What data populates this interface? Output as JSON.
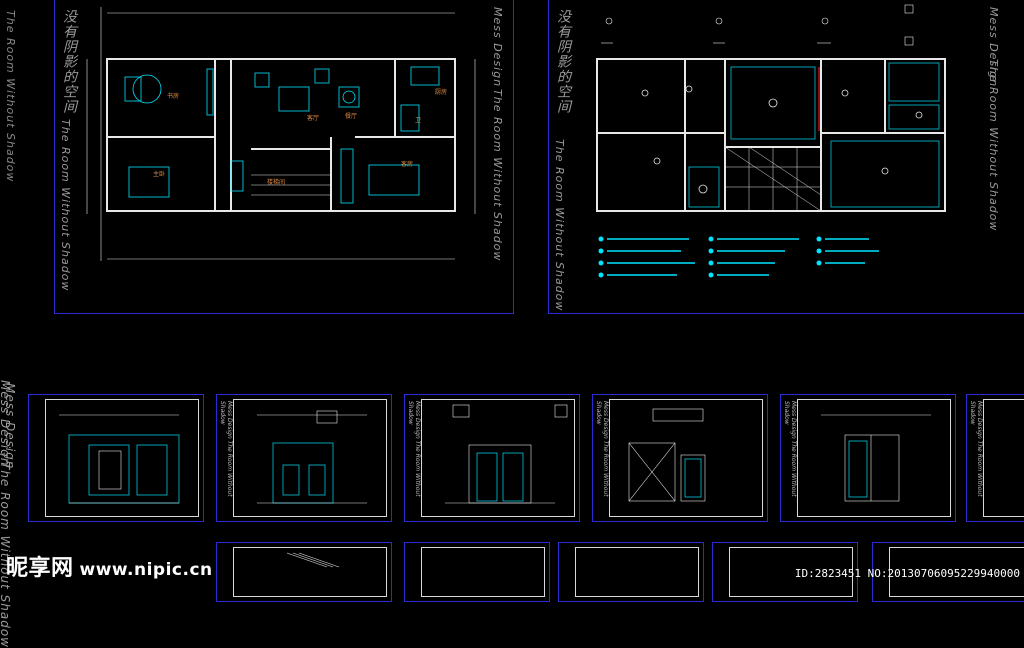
{
  "canvas": {
    "background": "#000000",
    "frame_color": "#2b2bd6",
    "line_color": "#00e5ff",
    "wall_color": "#e8e8e8"
  },
  "sheets": {
    "vertical_brand": "Mess Design",
    "vertical_brand_2": "The Room Without Shadow",
    "vertical_cn": "没有阴影的空间",
    "left_plan": {
      "rooms": [
        "书房",
        "客厅",
        "餐厅",
        "厨房",
        "卫",
        "主卧",
        "楼梯间",
        "客房"
      ]
    }
  },
  "thumb_label": "Mess Design  The Room Without Shadow",
  "watermark": {
    "site_cn": "昵享网",
    "site_url": "www.nipic.cn",
    "id_text": "ID:2823451 NO:20130706095229940000"
  }
}
